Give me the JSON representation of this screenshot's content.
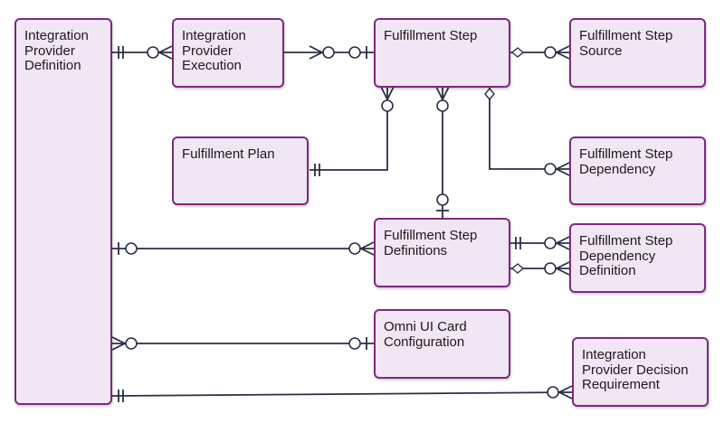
{
  "entities": {
    "ipd": "Integration\nProvider\nDefinition",
    "ipe": "Integration\nProvider\nExecution",
    "fs": "Fulfillment Step",
    "fss": "Fulfillment Step\nSource",
    "fp": "Fulfillment Plan",
    "fsdep": "Fulfillment Step\nDependency",
    "fsdefs": "Fulfillment Step\nDefinitions",
    "fsdd": "Fulfillment Step\nDependency\nDefinition",
    "ouc": "Omni UI Card\nConfiguration",
    "ipdr": "Integration\nProvider Decision\nRequirement"
  }
}
